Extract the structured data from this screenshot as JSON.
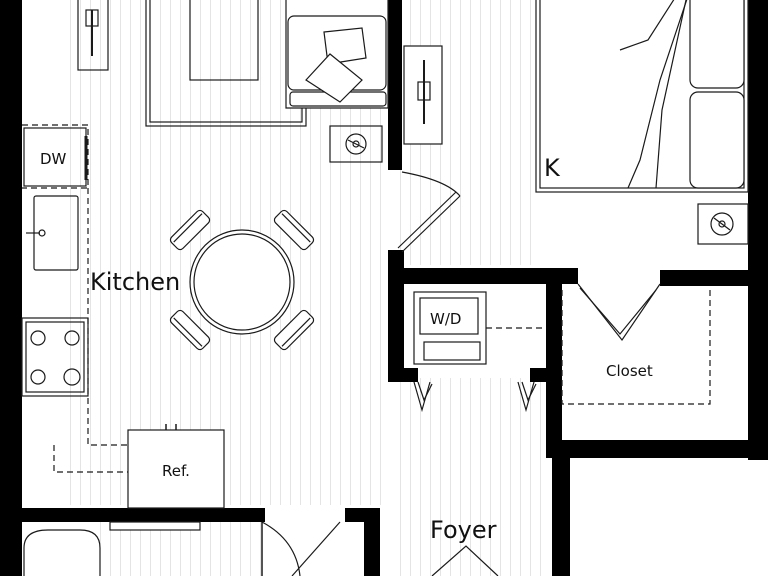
{
  "plan": {
    "rooms": {
      "kitchen": "Kitchen",
      "foyer": "Foyer",
      "closet": "Closet",
      "bedroom_bed": "K"
    },
    "fixtures": {
      "dishwasher": "DW",
      "washer_dryer": "W/D",
      "refrigerator": "Ref."
    },
    "colors": {
      "wall": "#000000",
      "line": "#1a1a1a",
      "floor_stripe": "#c8c8c8",
      "background": "#ffffff"
    }
  }
}
